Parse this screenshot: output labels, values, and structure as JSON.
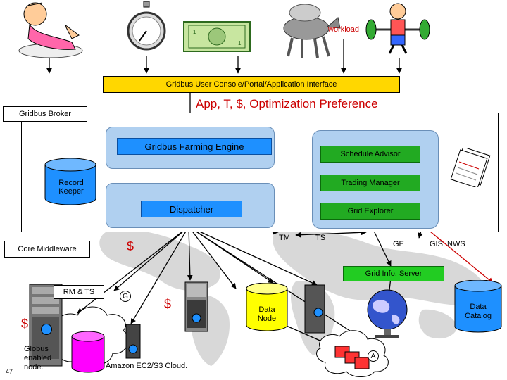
{
  "top": {
    "workload_label": "workload",
    "console_label": "Gridbus User Console/Portal/Application Interface",
    "preference_label": "App, T, $, Optimization Preference"
  },
  "broker": {
    "title": "Gridbus Broker",
    "farming_engine": "Gridbus Farming Engine",
    "schedule_advisor": "Schedule Advisor",
    "trading_manager": "Trading Manager",
    "record_keeper": "Record Keeper",
    "dispatcher": "Dispatcher",
    "grid_explorer": "Grid Explorer"
  },
  "middleware": {
    "core_middleware": "Core Middleware",
    "dollar_1": "$",
    "tm": "TM",
    "ts": "TS",
    "ge": "GE",
    "gis_nws": "GIS, NWS",
    "grid_info_server": "Grid Info. Server"
  },
  "resources": {
    "rm_ts": "RM & TS",
    "g_badge": "G",
    "dollar_2": "$",
    "dollar_3": "$",
    "globus_node": "Globus enabled node.",
    "amazon": "Amazon EC2/S3 Cloud.",
    "data_node": "Data Node",
    "data_catalog": "Data Catalog",
    "a_badge": "A",
    "page_number": "47"
  },
  "colors": {
    "console_fill": "#ffd700",
    "broker_inner": "#b0d0f0",
    "engine_button": "#1e90ff",
    "green_button": "#22aa22",
    "cylinder": "#1e90ff",
    "magenta": "#ff00ff",
    "preference_red": "#cc0000"
  }
}
